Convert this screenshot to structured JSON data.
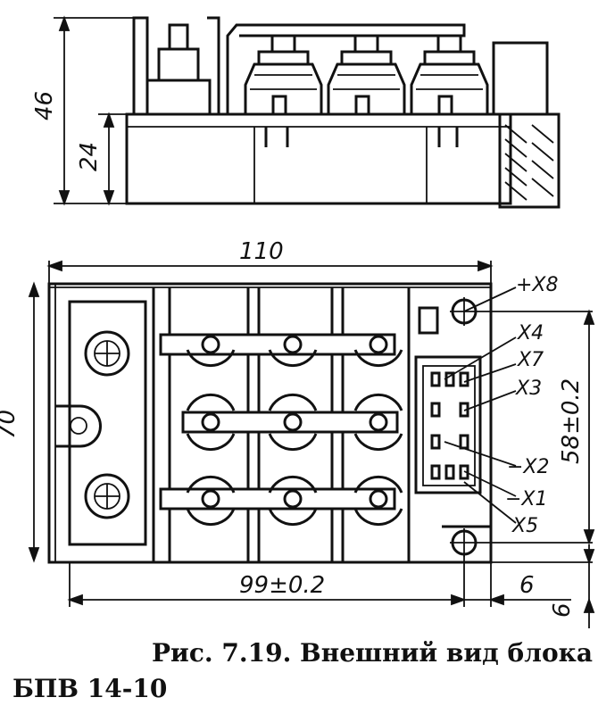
{
  "dimensions": {
    "top_total_height": "46",
    "top_base_height": "24",
    "width_overall": "110",
    "width_mount": "99±0.2",
    "height_overall": "70",
    "height_mount": "58±0.2",
    "offset_bottom_right": "6",
    "offset_vertical": "6"
  },
  "pins": {
    "x8": "+X8",
    "x4": "X4",
    "x7": "X7",
    "x3": "X3",
    "x2": "−X2",
    "x1": "−X1",
    "x5": "X5"
  },
  "caption": {
    "line1": "Рис. 7.19. Внешний вид блока",
    "line2": "БПВ 14-10"
  }
}
